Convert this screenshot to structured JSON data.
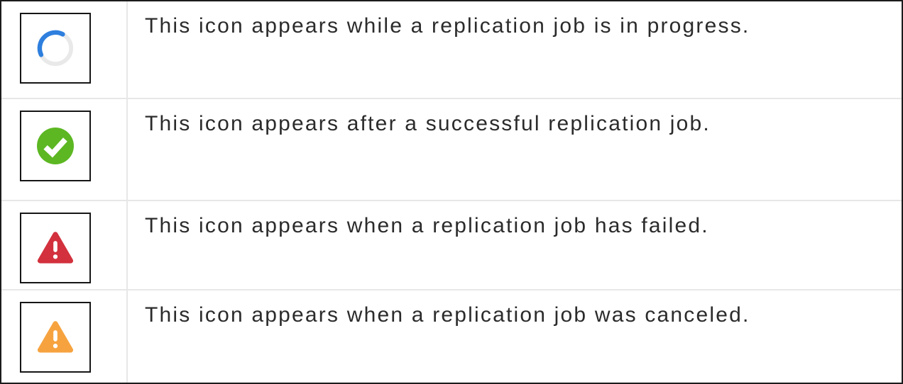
{
  "table": {
    "rows": [
      {
        "icon": "spinner-in-progress-icon",
        "description": "This icon appears while a replication job is in progress."
      },
      {
        "icon": "success-check-icon",
        "description": "This icon appears after a successful replication job."
      },
      {
        "icon": "failed-warning-icon",
        "description": "This icon appears when a replication job has failed."
      },
      {
        "icon": "canceled-warning-icon",
        "description": "This icon appears when a replication job was canceled."
      }
    ]
  },
  "colors": {
    "spinner_blue": "#2E7FDE",
    "spinner_track": "#E9E9E9",
    "success_green": "#5CB722",
    "failed_red": "#D2313D",
    "canceled_orange": "#F6A33F",
    "icon_box_border": "#161616",
    "grid_line": "#E7E7E7",
    "text": "#2B2B2B"
  }
}
